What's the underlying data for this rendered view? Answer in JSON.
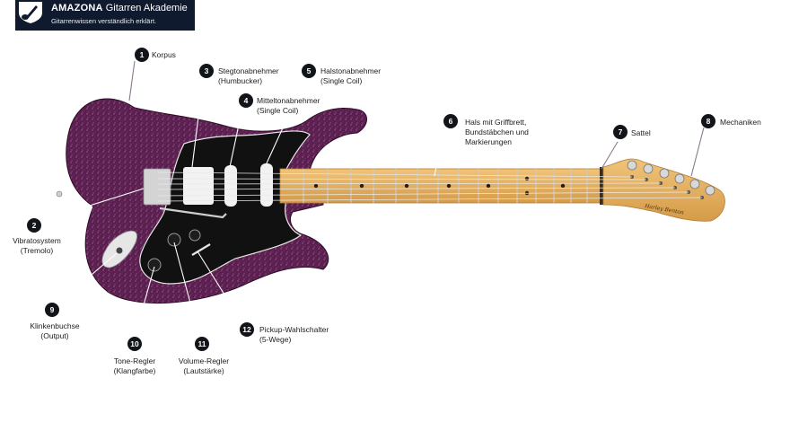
{
  "header": {
    "brand": "AMAZONA",
    "title": "Gitarren Akademie",
    "tagline": "Gitarrenwissen verständlich erklärt."
  },
  "headstock_signature": "Harley Benton",
  "colors": {
    "header_bg": "#0f1a2e",
    "badge": "#111418",
    "body_purple": "#5a1f4f",
    "pickguard": "#111111",
    "maple": "#e2ae5c"
  },
  "parts": [
    {
      "num": "1",
      "line1": "Korpus",
      "line2": ""
    },
    {
      "num": "2",
      "line1": "Vibratosystem",
      "line2": "(Tremolo)"
    },
    {
      "num": "3",
      "line1": "Stegtonabnehmer",
      "line2": "(Humbucker)"
    },
    {
      "num": "4",
      "line1": "Mitteltonabnehmer",
      "line2": "(Single Coil)"
    },
    {
      "num": "5",
      "line1": "Halstonabnehmer",
      "line2": "(Single Coil)"
    },
    {
      "num": "6",
      "line1": "Hals mit Griffbrett,",
      "line2": "Bundstäbchen und",
      "line3": "Markierungen"
    },
    {
      "num": "7",
      "line1": "Sattel",
      "line2": ""
    },
    {
      "num": "8",
      "line1": "Mechaniken",
      "line2": ""
    },
    {
      "num": "9",
      "line1": "Klinkenbuchse",
      "line2": "(Output)"
    },
    {
      "num": "10",
      "line1": "Tone-Regler",
      "line2": "(Klangfarbe)"
    },
    {
      "num": "11",
      "line1": "Volume-Regler",
      "line2": "(Lautstärke)"
    },
    {
      "num": "12",
      "line1": "Pickup-Wahlschalter",
      "line2": "(5-Wege)"
    }
  ]
}
